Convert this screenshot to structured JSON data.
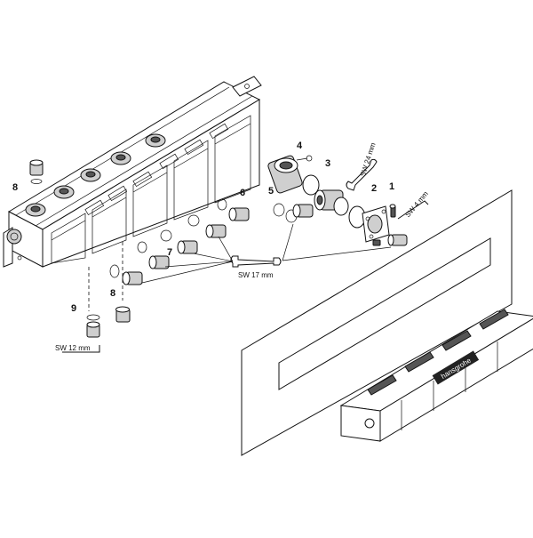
{
  "diagram": {
    "callouts": [
      "1",
      "2",
      "3",
      "4",
      "5",
      "6",
      "7",
      "8",
      "8",
      "9"
    ],
    "tool_labels": {
      "sw17": "SW 17 mm",
      "sw12": "SW 12 mm",
      "sw24": "SW 24 mm",
      "sw4": "SW 4 mm"
    },
    "brand_logo": "hansgrohe"
  }
}
